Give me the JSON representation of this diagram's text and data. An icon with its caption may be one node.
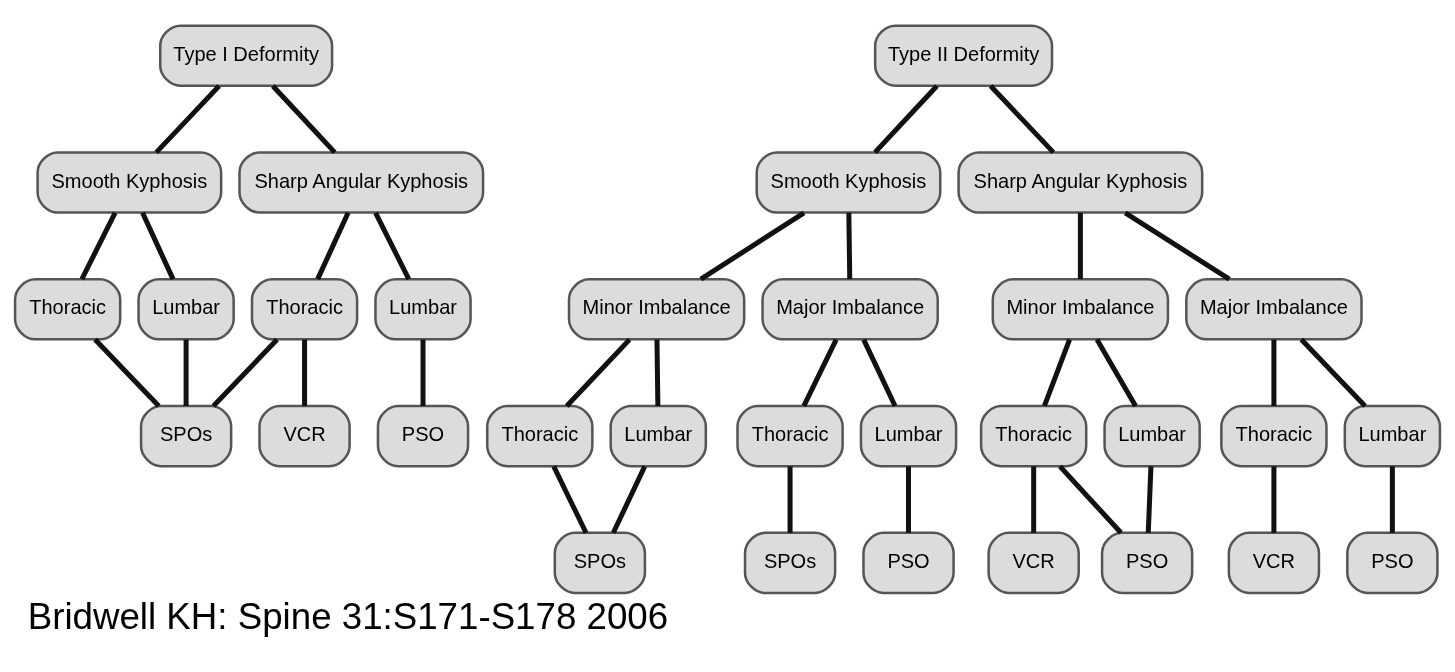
{
  "diagram": {
    "caption": "Bridwell KH: Spine 31:S171-S178 2006",
    "nodes": [
      {
        "text": [
          "Type I Deformity"
        ]
      },
      {
        "text": [
          "Smooth Kyphosis"
        ]
      },
      {
        "text": [
          "Sharp Angular Kyphosis"
        ]
      },
      {
        "text": [
          "Thoracic"
        ]
      },
      {
        "text": [
          "Lumbar"
        ]
      },
      {
        "text": [
          "Thoracic"
        ]
      },
      {
        "text": [
          "Lumbar"
        ]
      },
      {
        "text": [
          "SPOs"
        ]
      },
      {
        "text": [
          "VCR"
        ]
      },
      {
        "text": [
          "PSO"
        ]
      },
      {
        "text": [
          "Type II Deformity"
        ]
      },
      {
        "text": [
          "Smooth Kyphosis"
        ]
      },
      {
        "text": [
          "Sharp Angular Kyphosis"
        ]
      },
      {
        "text": [
          "Minor Imbalance"
        ]
      },
      {
        "text": [
          "Major Imbalance"
        ]
      },
      {
        "text": [
          "Minor Imbalance"
        ]
      },
      {
        "text": [
          "Major Imbalance"
        ]
      },
      {
        "text": [
          "Thoracic"
        ]
      },
      {
        "text": [
          "Lumbar"
        ]
      },
      {
        "text": [
          "Thoracic"
        ]
      },
      {
        "text": [
          "Lumbar"
        ]
      },
      {
        "text": [
          "Thoracic"
        ]
      },
      {
        "text": [
          "Lumbar"
        ]
      },
      {
        "text": [
          "Thoracic"
        ]
      },
      {
        "text": [
          "Lumbar"
        ]
      },
      {
        "text": [
          "SPOs"
        ]
      },
      {
        "text": [
          "SPOs"
        ]
      },
      {
        "text": [
          "PSO"
        ]
      },
      {
        "text": [
          "VCR"
        ]
      },
      {
        "text": [
          "PSO"
        ]
      },
      {
        "text": [
          "VCR"
        ]
      },
      {
        "text": [
          "PSO"
        ]
      }
    ],
    "edges": [
      {
        "from": 0,
        "to": 1,
        "arrow": "none"
      },
      {
        "from": 0,
        "to": 2,
        "arrow": "none"
      },
      {
        "from": 1,
        "to": 3,
        "arrow": "none"
      },
      {
        "from": 1,
        "to": 4,
        "arrow": "none"
      },
      {
        "from": 2,
        "to": 5,
        "arrow": "none"
      },
      {
        "from": 2,
        "to": 6,
        "arrow": "none"
      },
      {
        "from": 3,
        "to": 7,
        "arrow": "none"
      },
      {
        "from": 4,
        "to": 7,
        "arrow": "none"
      },
      {
        "from": 5,
        "to": 7,
        "arrow": "none"
      },
      {
        "from": 5,
        "to": 8,
        "arrow": "none"
      },
      {
        "from": 6,
        "to": 9,
        "arrow": "none"
      },
      {
        "from": 10,
        "to": 11,
        "arrow": "none"
      },
      {
        "from": 10,
        "to": 12,
        "arrow": "none"
      },
      {
        "from": 11,
        "to": 13,
        "arrow": "none"
      },
      {
        "from": 11,
        "to": 14,
        "arrow": "none"
      },
      {
        "from": 12,
        "to": 15,
        "arrow": "none"
      },
      {
        "from": 12,
        "to": 16,
        "arrow": "none"
      },
      {
        "from": 13,
        "to": 17,
        "arrow": "none"
      },
      {
        "from": 13,
        "to": 18,
        "arrow": "none"
      },
      {
        "from": 14,
        "to": 19,
        "arrow": "none"
      },
      {
        "from": 14,
        "to": 20,
        "arrow": "none"
      },
      {
        "from": 15,
        "to": 21,
        "arrow": "none"
      },
      {
        "from": 15,
        "to": 22,
        "arrow": "none"
      },
      {
        "from": 16,
        "to": 23,
        "arrow": "none"
      },
      {
        "from": 16,
        "to": 24,
        "arrow": "none"
      },
      {
        "from": 17,
        "to": 25,
        "arrow": "none"
      },
      {
        "from": 18,
        "to": 25,
        "arrow": "none"
      },
      {
        "from": 19,
        "to": 26,
        "arrow": "none"
      },
      {
        "from": 20,
        "to": 27,
        "arrow": "none"
      },
      {
        "from": 21,
        "to": 28,
        "arrow": "none"
      },
      {
        "from": 21,
        "to": 29,
        "arrow": "none"
      },
      {
        "from": 22,
        "to": 29,
        "arrow": "none"
      },
      {
        "from": 23,
        "to": 30,
        "arrow": "none"
      },
      {
        "from": 24,
        "to": 31,
        "arrow": "none"
      }
    ]
  }
}
